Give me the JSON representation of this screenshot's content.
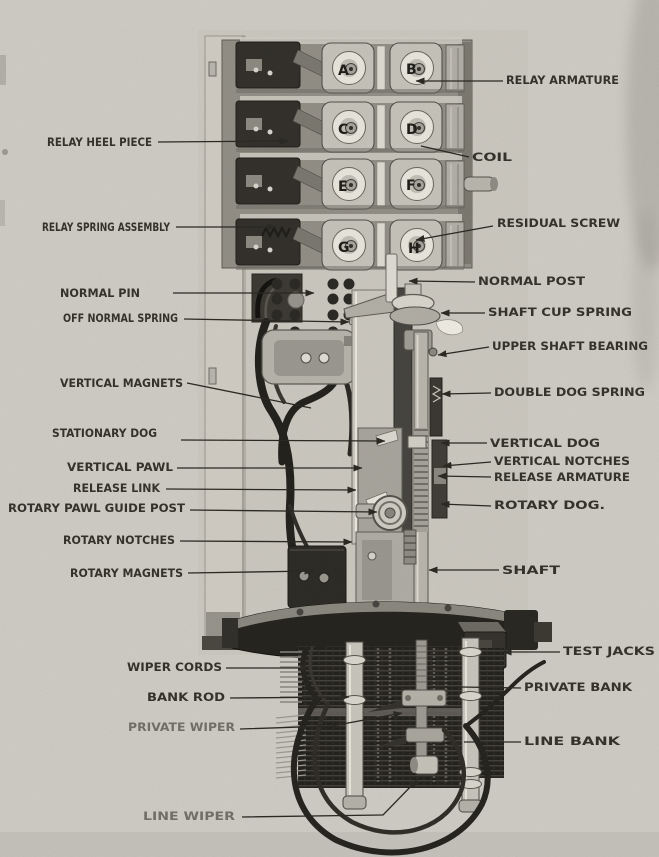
{
  "relay_letters": [
    "A",
    "B",
    "C",
    "D",
    "E",
    "F",
    "G",
    "H"
  ],
  "labels_left": [
    "RELAY HEEL PIECE",
    "RELAY SPRING ASSEMBLY",
    "NORMAL PIN",
    "OFF NORMAL SPRING",
    "VERTICAL MAGNETS",
    "STATIONARY DOG",
    "VERTICAL PAWL",
    "RELEASE LINK",
    "ROTARY PAWL GUIDE POST",
    "ROTARY NOTCHES",
    "ROTARY MAGNETS",
    "WIPER CORDS",
    "BANK ROD",
    "PRIVATE WIPER",
    "LINE WIPER"
  ],
  "labels_right": [
    "RELAY ARMATURE",
    "COIL",
    "RESIDUAL SCREW",
    "NORMAL POST",
    "SHAFT CUP SPRING",
    "UPPER SHAFT BEARING",
    "DOUBLE DOG SPRING",
    "VERTICAL DOG",
    "VERTICAL NOTCHES",
    "RELEASE ARMATURE",
    "ROTARY DOG.",
    "SHAFT",
    "TEST JACKS",
    "PRIVATE BANK",
    "LINE BANK"
  ],
  "colors": {
    "paper": "#cfccc5",
    "ink": "#2a2922",
    "faint_ink": "#716e66",
    "metal_light": "#c9c6bd",
    "metal_dark": "#55524b",
    "shadow": "#26241f"
  }
}
